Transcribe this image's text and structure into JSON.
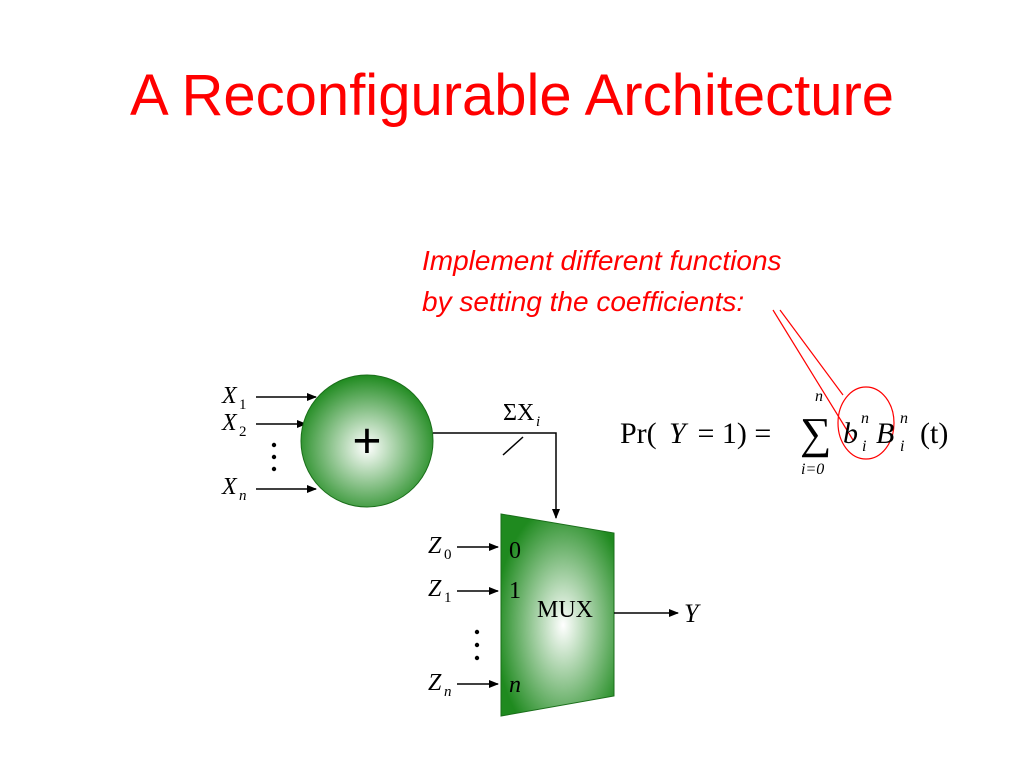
{
  "title": "A Reconfigurable Architecture",
  "annotation": {
    "line1": "Implement different functions",
    "line2": "by setting the coefficients:"
  },
  "formula": {
    "lhs": "Pr(",
    "var": "Y",
    "eq_part": " = 1) = ",
    "sum_symbol": "∑",
    "upper": "n",
    "lower": "i=0",
    "b": "b",
    "b_sup": "n",
    "b_sub": "i",
    "B": "B",
    "B_sup": "n",
    "B_sub": "i",
    "arg": "(t)"
  },
  "adder": {
    "symbol": "+",
    "inputs": [
      {
        "name": "X",
        "sub": "1"
      },
      {
        "name": "X",
        "sub": "2"
      },
      {
        "name": "X",
        "sub": "n"
      }
    ],
    "output_label": {
      "prefix": "ΣX",
      "sub": "i"
    },
    "color": "#1f8a1f"
  },
  "mux": {
    "label": "MUX",
    "inputs": [
      {
        "name": "Z",
        "sub": "0",
        "port": "0"
      },
      {
        "name": "Z",
        "sub": "1",
        "port": "1"
      },
      {
        "name": "Z",
        "sub": "n",
        "port": "n"
      }
    ],
    "output": "Y",
    "color": "#1f8a1f"
  },
  "colors": {
    "accent": "#ff0000",
    "green_dark": "#1f8a1f",
    "green_light": "#ffffff"
  }
}
